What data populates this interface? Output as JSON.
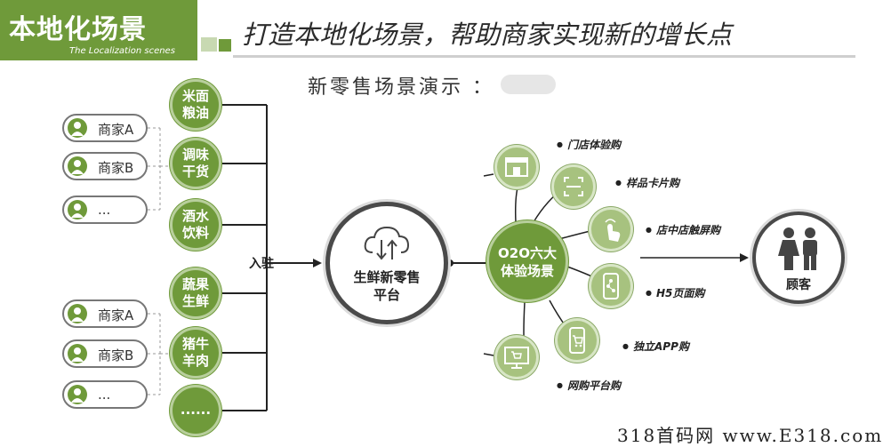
{
  "header": {
    "title": "本地化场景",
    "subtitle": "The Localization scenes",
    "slogan": "打造本地化场景，帮助商家实现新的增长点"
  },
  "demo_label": "新零售场景演示 ：",
  "merchants": [
    {
      "label": "商家A",
      "icon": "person-icon"
    },
    {
      "label": "商家B",
      "icon": "person-icon"
    },
    {
      "label": "...",
      "icon": "person-icon"
    },
    {
      "label": "商家A",
      "icon": "person-icon"
    },
    {
      "label": "商家B",
      "icon": "person-icon"
    },
    {
      "label": "...",
      "icon": "person-icon"
    }
  ],
  "categories": [
    "米面\n粮油",
    "调味\n干货",
    "酒水\n饮料",
    "蔬果\n生鲜",
    "猪牛\n羊肉",
    "......"
  ],
  "entry_label": "入驻",
  "platform": {
    "label": "生鲜新零售\n平台",
    "icon": "cloud-transfer-icon"
  },
  "o2o": {
    "label": "O2O六大\n体验场景"
  },
  "experiences": [
    {
      "label": "门店体验购",
      "icon": "storefront-icon"
    },
    {
      "label": "样品卡片购",
      "icon": "scan-frame-icon"
    },
    {
      "label": "店中店触屏购",
      "icon": "touch-hand-icon"
    },
    {
      "label": "H5页面购",
      "icon": "phone-share-icon"
    },
    {
      "label": "独立APP购",
      "icon": "phone-cart-icon"
    },
    {
      "label": "网购平台购",
      "icon": "monitor-cart-icon"
    }
  ],
  "customer": {
    "label": "顾客",
    "icon": "people-icon"
  },
  "watermark": "318首码网 www.E318.com",
  "colors": {
    "accent": "#6f9a3a",
    "accent_light": "#a7c27f",
    "ring": "#4a4a4a"
  }
}
